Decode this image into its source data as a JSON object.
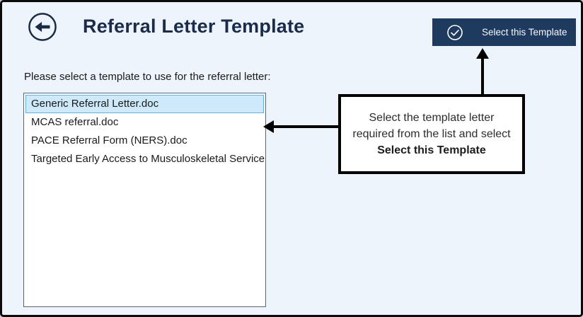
{
  "header": {
    "back_icon": "arrow-left-circle-icon",
    "title": "Referral Letter Template"
  },
  "toolbar": {
    "select_template_button": {
      "icon": "check-circle-icon",
      "label": "Select this Template"
    }
  },
  "main": {
    "instruction": "Please select a template to use for the referral letter:",
    "template_list": {
      "selected_index": 0,
      "items": [
        "Generic Referral Letter.doc",
        "MCAS referral.doc",
        "PACE Referral Form (NERS).doc",
        "Targeted Early Access to Musculoskeletal Service.doc"
      ]
    }
  },
  "annotation": {
    "text_normal": "Select the template letter required from the list and select ",
    "text_bold": "Select this Template",
    "arrow_targets": [
      "template-list",
      "select-template-button"
    ]
  },
  "colors": {
    "page_bg": "#edf4fc",
    "title_text": "#1b2b4b",
    "button_bg": "#1e3a5f",
    "button_text": "#ffffff",
    "list_border": "#5a6672",
    "selected_item_bg": "#cde9fa",
    "selected_item_border": "#66b0dd",
    "annotation_border": "#000000"
  }
}
